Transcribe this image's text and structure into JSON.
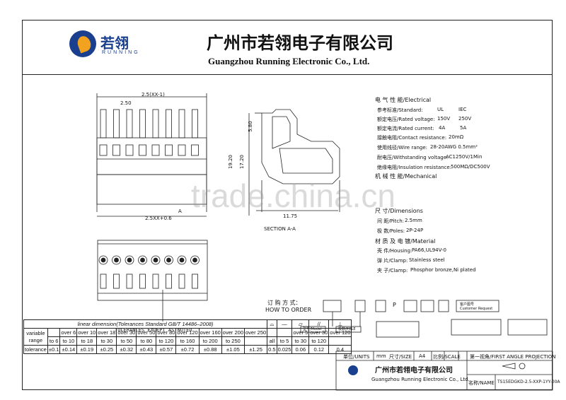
{
  "header": {
    "logo_cn": "若翎",
    "logo_en": "RUNNING",
    "company_cn": "广州市若翎电子有限公司",
    "company_en": "Guangzhou Running Electronic Co., Ltd."
  },
  "drawing": {
    "dim_pitch_top": "2.5(XX-1)",
    "dim_pitch": "2.50",
    "dim_bottom": "2.5XX+0.6",
    "dim_a": "A",
    "dim_height1": "5.80",
    "dim_height2": "17.20",
    "dim_height3": "19.20",
    "dim_width": "11.75",
    "section": "SECTION A-A",
    "tolerance_note": "TOLERANCES EXCEPT AS NOTED"
  },
  "specs": {
    "electrical_title": "电 气 性 能/Electrical",
    "standard_label": "参考标准/Standard:",
    "standard_ul": "UL",
    "standard_iec": "IEC",
    "rated_voltage_label": "额定电压/Rated voltage:",
    "rated_voltage_ul": "150V",
    "rated_voltage_iec": "250V",
    "rated_current_label": "额定电流/Rated current:",
    "rated_current_ul": "4A",
    "rated_current_iec": "5A",
    "contact_res_label": "接触电阻/Contact resistance:",
    "contact_res": "20mΩ",
    "wire_range_label": "使用线径/Wire range:",
    "wire_range": "28-20AWG  0.5mm²",
    "withstand_label": "耐电压/Withstanding voltage:",
    "withstand": "AC1250V/1Min",
    "insulation_label": "绝缘电阻/Insulation resistance:",
    "insulation": "500MΩ/DC500V",
    "mechanical_title": "机 械 性 能/Mechanical",
    "dimensions_title": "尺 寸/Dimensions",
    "pitch_label": "间 距/Pitch:",
    "pitch": "2.5mm",
    "poles_label": "极 数/Poles:",
    "poles": "2P-24P",
    "material_title": "材 质 及 电 镀/Material",
    "housing_label": "壳 件/Housing:",
    "housing": "PA66,UL94V-0",
    "clamp_label": "弹 片/Clamp:",
    "clamp": "Stainless steel",
    "clamp2_label": "夹 子/Clamp:",
    "clamp2": "Phosphor bronze,Ni plated"
  },
  "order": {
    "title_cn": "订 购 方 式：",
    "title_en": "HOW TO ORDER",
    "p": "P",
    "label_model": "型号/Model",
    "label_pole": "极数/POLE",
    "label_customer": "客户图号",
    "label_customer_en": "Customer Request"
  },
  "watermark": "trade.china.cn",
  "tolerance_table": {
    "title": "linear dimension(Tolerances Standard GB/T 14486–2008)",
    "row_label_1": "variable",
    "row_label_2": "range",
    "row_label_3": "tolerance",
    "cols": [
      {
        "top": "",
        "to": "to",
        "val": "6",
        "tol": "±0.1"
      },
      {
        "top": "over 6",
        "to": "to",
        "val": "10",
        "tol": "±0.14"
      },
      {
        "top": "over 10",
        "to": "to",
        "val": "18",
        "tol": "±0.19"
      },
      {
        "top": "over 18",
        "to": "to",
        "val": "30",
        "tol": "±0.25"
      },
      {
        "top": "over 30",
        "to": "to",
        "val": "50",
        "tol": "±0.32"
      },
      {
        "top": "over 50",
        "to": "to",
        "val": "80",
        "tol": "±0.43"
      },
      {
        "top": "over 80",
        "to": "to",
        "val": "120",
        "tol": "±0.57"
      },
      {
        "top": "over 120",
        "to": "to",
        "val": "160",
        "tol": "±0.72"
      },
      {
        "top": "over 160",
        "to": "to",
        "val": "200",
        "tol": "±0.88"
      },
      {
        "top": "over 200",
        "to": "to",
        "val": "250",
        "tol": "±1.05"
      },
      {
        "top": "over 250",
        "to": "",
        "val": "",
        "tol": "±1.25"
      }
    ],
    "geo_all": "all",
    "geo_tol_all": "0.5",
    "geo_cols": [
      {
        "top": "",
        "to": "to",
        "val": "5",
        "tol": "0.025"
      },
      {
        "top": "over 5",
        "to": "to",
        "val": "30",
        "tol": "0.06"
      },
      {
        "top": "over 30",
        "to": "to",
        "val": "120",
        "tol": "0.12"
      },
      {
        "top": "over 120",
        "to": "",
        "val": "",
        "tol": "0.4"
      }
    ]
  },
  "title_block": {
    "units_label": "单位/UNITS",
    "units": "mm",
    "size_label": "尺寸/SIZE",
    "size": "A4",
    "scale_label": "比例/SCALE",
    "projection": "第一视角/FIRST ANGLE PROJECTION",
    "company_cn": "广州市若翎电子有限公司",
    "company_en": "Guangzhou Running Electronic Co., Ltd.",
    "name_label": "名称/NAME",
    "name": "TS15EDGKD-2.5-XXP-1YY-00A"
  }
}
